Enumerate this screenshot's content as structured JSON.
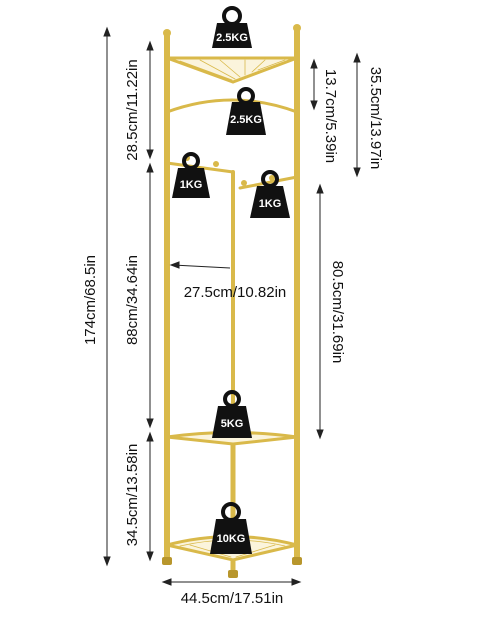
{
  "colors": {
    "frame": "#d9b94a",
    "frame_dark": "#b8962c",
    "weight": "#111111",
    "line": "#222222"
  },
  "dimensions": {
    "total_height": "174cm/68.5in",
    "top_tier_height": "28.5cm/11.22in",
    "middle_height": "88cm/34.64in",
    "bottom_tier_height": "34.5cm/13.58in",
    "top_gap": "13.7cm/5.39in",
    "top_section": "35.5cm/13.97in",
    "rod_span": "80.5cm/31.69in",
    "hanger_width": "27.5cm/10.82in",
    "base_width": "44.5cm/17.51in"
  },
  "weights": {
    "top_shelf": "2.5KG",
    "arc_shelf": "2.5KG",
    "hook_left": "1KG",
    "hook_right": "1KG",
    "middle_shelf": "5KG",
    "bottom_shelf": "10KG"
  }
}
